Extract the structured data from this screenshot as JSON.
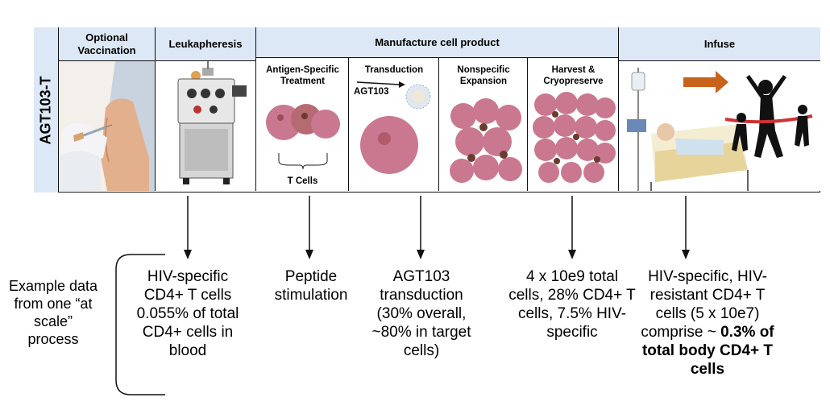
{
  "row_label": "AGT103-T",
  "stages": {
    "vaccination": "Optional Vaccination",
    "leukapheresis": "Leukapheresis",
    "manufacture": "Manufacture cell product",
    "infuse": "Infuse"
  },
  "substeps": {
    "antigen": "Antigen-Specific Treatment",
    "transduction": "Transduction",
    "vector": "AGT103",
    "expansion": "Nonspecific Expansion",
    "harvest": "Harvest & Cryopreserve",
    "tcells": "T Cells"
  },
  "example_label": "Example data from one “at scale” process",
  "notes": {
    "leuka": "HIV-specific CD4+ T cells 0.055% of total CD4+ cells in blood",
    "antigen": "Peptide stimulation",
    "transduction": "AGT103 transduction (30% overall, ~80% in target cells)",
    "harvest": "4 x 10e9 total cells, 28% CD4+ T cells, 7.5% HIV-specific",
    "infuse_plain": "HIV-specific, HIV-resistant CD4+ T cells (5 x 10e7) comprise ~",
    "infuse_bold1": "0.3%",
    "infuse_bold2": "of total body CD4+ T cells"
  },
  "colors": {
    "header_bg": "#dde8f6",
    "vector_text": "#6b3fa0",
    "arrow_orange": "#c8631b",
    "cell_pink": "#c9788f"
  }
}
